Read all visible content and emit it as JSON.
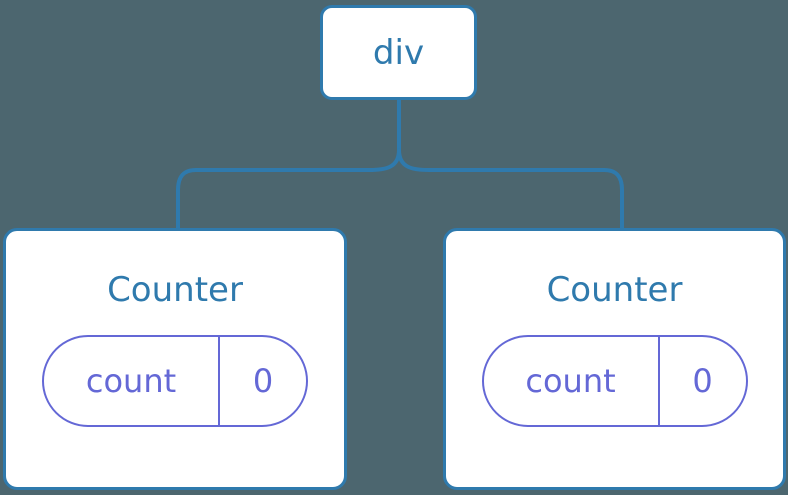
{
  "diagram": {
    "type": "component-tree",
    "background_color": "#4c666f",
    "node_border_color": "#2f7aad",
    "node_text_color": "#2f7aad",
    "state_color": "#6468d6",
    "connector_color": "#2f7aad",
    "root": {
      "label": "div"
    },
    "children": [
      {
        "label": "Counter",
        "state": {
          "key": "count",
          "value": "0"
        }
      },
      {
        "label": "Counter",
        "state": {
          "key": "count",
          "value": "0"
        }
      }
    ]
  }
}
